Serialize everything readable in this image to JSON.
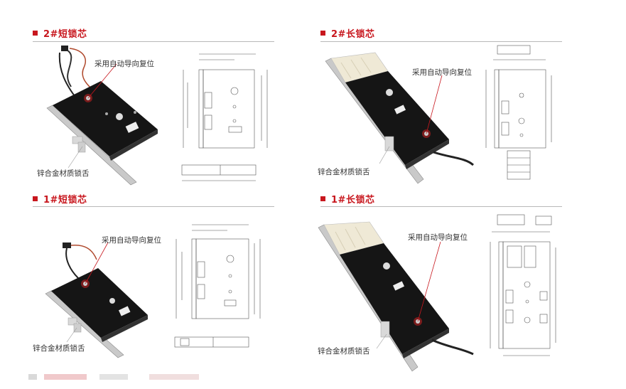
{
  "sections": [
    {
      "title": "2#短锁芯",
      "label_top": "采用自动导向复位",
      "label_bottom": "锌合金材质锁舌"
    },
    {
      "title": "2#长锁芯",
      "label_top": "采用自动导向复位",
      "label_bottom": "锌合金材质锁舌"
    },
    {
      "title": "1#短锁芯",
      "label_top": "采用自动导向复位",
      "label_bottom": "锌合金材质锁舌"
    },
    {
      "title": "1#长锁芯",
      "label_top": "采用自动导向复位",
      "label_bottom": "锌合金材质锁舌"
    }
  ],
  "colors": {
    "accent": "#c8171e",
    "lock_body": "#151515",
    "bracket": "#efe9d6"
  }
}
